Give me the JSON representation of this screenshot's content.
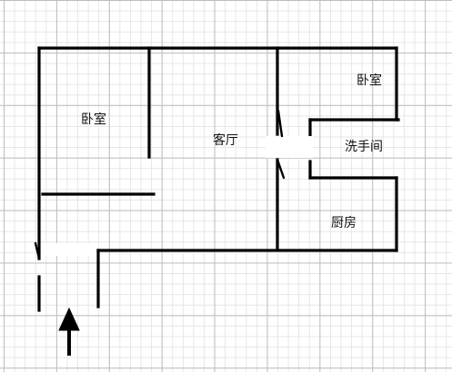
{
  "floor_plan": {
    "rooms": [
      {
        "key": "bedroom_left",
        "label": "卧室"
      },
      {
        "key": "living_room",
        "label": "客厅"
      },
      {
        "key": "bedroom_right",
        "label": "卧室"
      },
      {
        "key": "bathroom",
        "label": "洗手间"
      },
      {
        "key": "kitchen",
        "label": "厨房"
      }
    ],
    "entrance_icon": "entrance-arrow-icon",
    "colors": {
      "wall": "#000000",
      "grid_major": "#bdbdbd",
      "grid_minor": "#e6e6e6",
      "background": "#ffffff"
    }
  }
}
